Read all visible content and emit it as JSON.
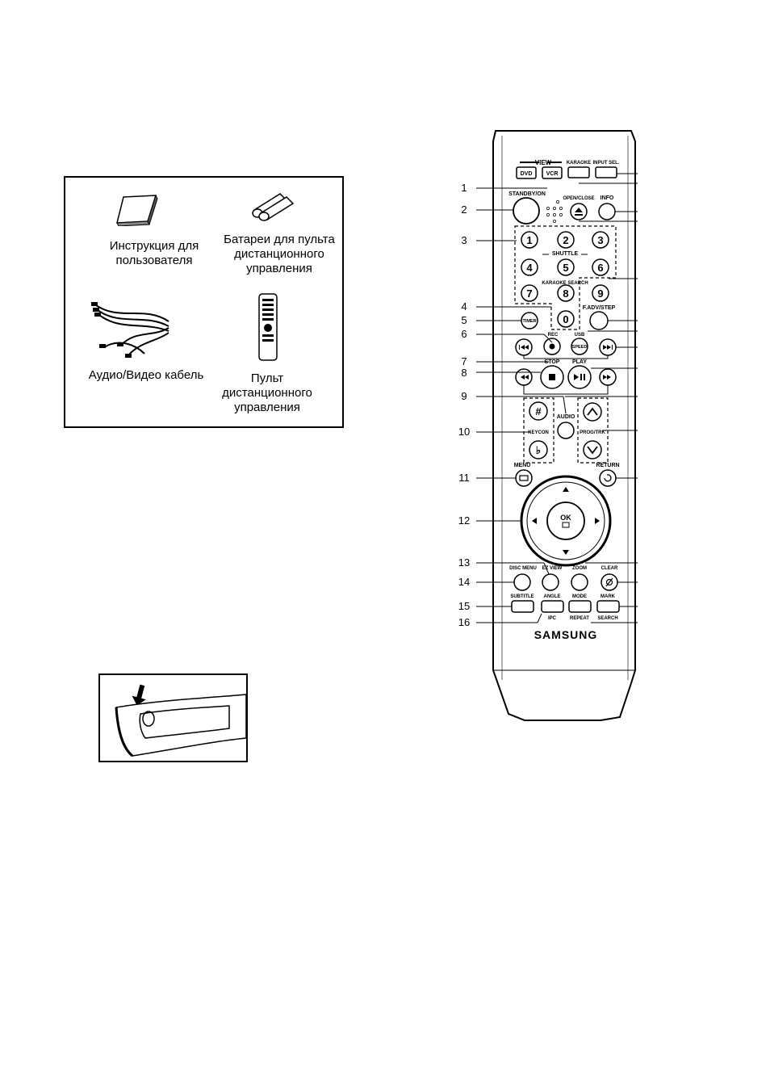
{
  "accessories": {
    "manual": "Инструкция для\nпользователя",
    "batteries": "Батареи для пульта\nдистанционного\nуправления",
    "av_cable": "Аудио/Видео кабель",
    "remote": "Пульт\nдистанционного\nуправления"
  },
  "remote": {
    "view": "VIEW",
    "dvd": "DVD",
    "vcr": "VCR",
    "karaoke": "KARAOKE",
    "input_sel": "INPUT SEL.",
    "standby": "STANDBY/ON",
    "open_close": "OPEN/CLOSE",
    "info": "INFO",
    "shuttle": "SHUTTLE",
    "karaoke_search": "KARAOKE SEARCH",
    "digits": [
      "1",
      "2",
      "3",
      "4",
      "5",
      "6",
      "7",
      "8",
      "9",
      "0"
    ],
    "timer": "TIMER",
    "f_adv_step": "F.ADV/STEP",
    "rec": "REC",
    "usb": "USB",
    "speed": "SPEED",
    "stop": "STOP",
    "play": "PLAY",
    "audio": "AUDIO",
    "sharp": "#",
    "keycon": "KEYCON",
    "flat": "♭",
    "prog_trk": "PROG/TRK",
    "menu": "MENU",
    "return": "RETURN",
    "ok": "OK",
    "disc_menu": "DISC MENU",
    "ez_view": "EZ VIEW",
    "zoom": "ZOOM",
    "clear": "CLEAR",
    "subtitle": "SUBTITLE",
    "angle": "ANGLE",
    "mode": "MODE",
    "mark": "MARK",
    "ipc": "IPC",
    "repeat": "REPEAT",
    "search": "SEARCH",
    "brand": "SAMSUNG"
  },
  "callouts": [
    "1",
    "2",
    "3",
    "4",
    "5",
    "6",
    "7",
    "8",
    "9",
    "10",
    "11",
    "12",
    "13",
    "14",
    "15",
    "16"
  ]
}
